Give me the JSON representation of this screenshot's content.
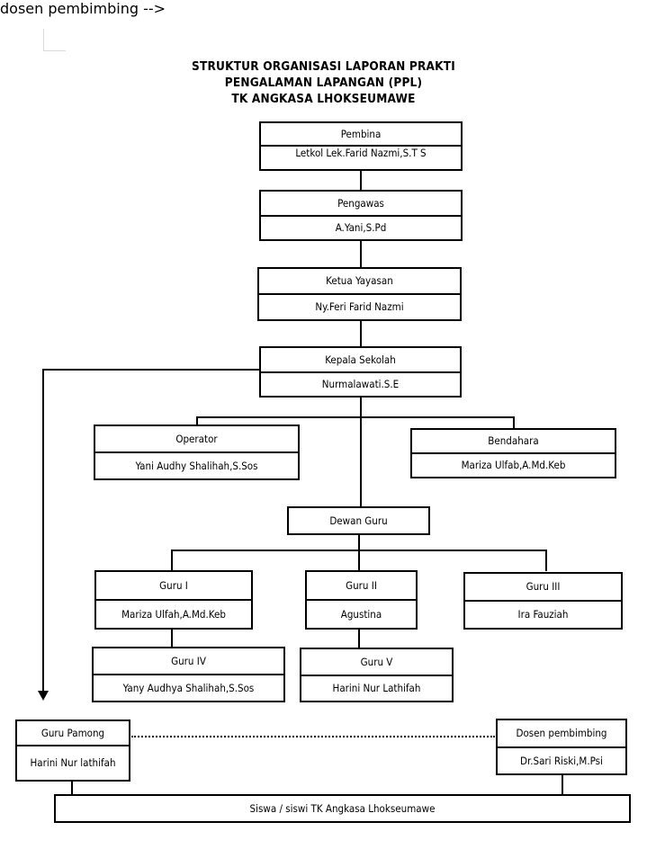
{
  "document": {
    "title_lines": [
      "STRUKTUR ORGANISASI LAPORAN PRAKTI",
      "PENGALAMAN LAPANGAN (PPL)",
      "TK ANGKASA LHOKSEUMAWE"
    ]
  },
  "chart_data": {
    "type": "diagram",
    "diagram_kind": "organizational-chart",
    "title": "STRUKTUR ORGANISASI LAPORAN PRAKTI PENGALAMAN LAPANGAN (PPL) TK ANGKASA LHOKSEUMAWE",
    "nodes": [
      {
        "id": "pembina",
        "role": "Pembina",
        "name": "Letkol Lek.Farid Nazmi,S.T   S"
      },
      {
        "id": "pengawas",
        "role": "Pengawas",
        "name": "A.Yani,S.Pd"
      },
      {
        "id": "ketua",
        "role": "Ketua Yayasan",
        "name": "Ny.Feri Farid Nazmi"
      },
      {
        "id": "kepala",
        "role": "Kepala Sekolah",
        "name": "Nurmalawati.S.E"
      },
      {
        "id": "operator",
        "role": "Operator",
        "name": "Yani Audhy Shalihah,S.Sos"
      },
      {
        "id": "bendahara",
        "role": "Bendahara",
        "name": "Mariza Ulfab,A.Md.Keb"
      },
      {
        "id": "dewan",
        "role": "Dewan Guru",
        "name": ""
      },
      {
        "id": "guru1",
        "role": "Guru I",
        "name": "Mariza Ulfah,A.Md.Keb"
      },
      {
        "id": "guru2",
        "role": "Guru II",
        "name": "Agustina"
      },
      {
        "id": "guru3",
        "role": "Guru III",
        "name": "Ira Fauziah"
      },
      {
        "id": "guru4",
        "role": "Guru IV",
        "name": "Yany Audhya Shalihah,S.Sos"
      },
      {
        "id": "guru5",
        "role": "Guru V",
        "name": "Harini Nur Lathifah"
      },
      {
        "id": "pamong",
        "role": "Guru Pamong",
        "name": "Harini Nur lathifah"
      },
      {
        "id": "dosen",
        "role": "Dosen pembimbing",
        "name": "Dr.Sari Riski,M.Psi"
      },
      {
        "id": "siswa",
        "role": "Siswa / siswi TK Angkasa Lhokseumawe",
        "name": ""
      }
    ],
    "edges": [
      {
        "from": "pembina",
        "to": "pengawas",
        "style": "solid"
      },
      {
        "from": "pengawas",
        "to": "ketua",
        "style": "solid"
      },
      {
        "from": "ketua",
        "to": "kepala",
        "style": "solid"
      },
      {
        "from": "kepala",
        "to": "operator",
        "style": "solid"
      },
      {
        "from": "kepala",
        "to": "bendahara",
        "style": "solid"
      },
      {
        "from": "kepala",
        "to": "dewan",
        "style": "solid"
      },
      {
        "from": "kepala",
        "to": "pamong",
        "style": "solid-arrow"
      },
      {
        "from": "dewan",
        "to": "guru1",
        "style": "solid"
      },
      {
        "from": "dewan",
        "to": "guru2",
        "style": "solid"
      },
      {
        "from": "dewan",
        "to": "guru3",
        "style": "solid"
      },
      {
        "from": "guru1",
        "to": "guru4",
        "style": "solid"
      },
      {
        "from": "guru2",
        "to": "guru5",
        "style": "solid"
      },
      {
        "from": "pamong",
        "to": "dosen",
        "style": "dotted-arrow"
      },
      {
        "from": "pamong",
        "to": "siswa",
        "style": "solid"
      },
      {
        "from": "dosen",
        "to": "siswa",
        "style": "solid"
      }
    ]
  }
}
